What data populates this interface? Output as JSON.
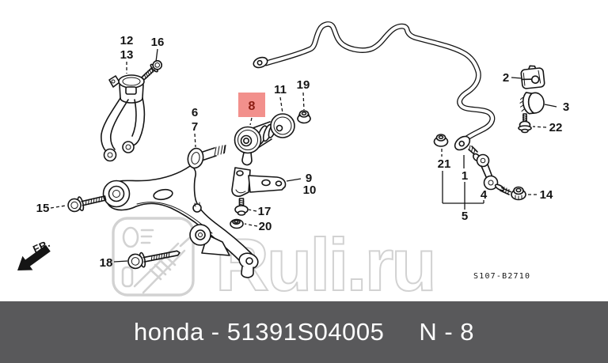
{
  "diagram": {
    "code": "S107-B2710",
    "direction_label": "FR.",
    "watermark_wordmark": "Ruli.ru",
    "highlighted_callout": "8",
    "callouts": {
      "n1": "1",
      "n2": "2",
      "n3": "3",
      "n4": "4",
      "n5": "5",
      "n6": "6",
      "n7": "7",
      "n8": "8",
      "n9": "9",
      "n10": "10",
      "n11": "11",
      "n12": "12",
      "n13": "13",
      "n14": "14",
      "n15": "15",
      "n16": "16",
      "n17": "17",
      "n18": "18",
      "n19": "19",
      "n20": "20",
      "n21": "21",
      "n22": "22"
    }
  },
  "footer": {
    "left": "honda - 51391S04005",
    "right": "N - 8"
  },
  "colors": {
    "line": "#151515",
    "watermark": "#d2d2d2",
    "highlight_bg": "#f2908c",
    "highlight_text": "#8b1d12",
    "footer_bg": "#59595b",
    "footer_text": "#fdfdfd"
  }
}
